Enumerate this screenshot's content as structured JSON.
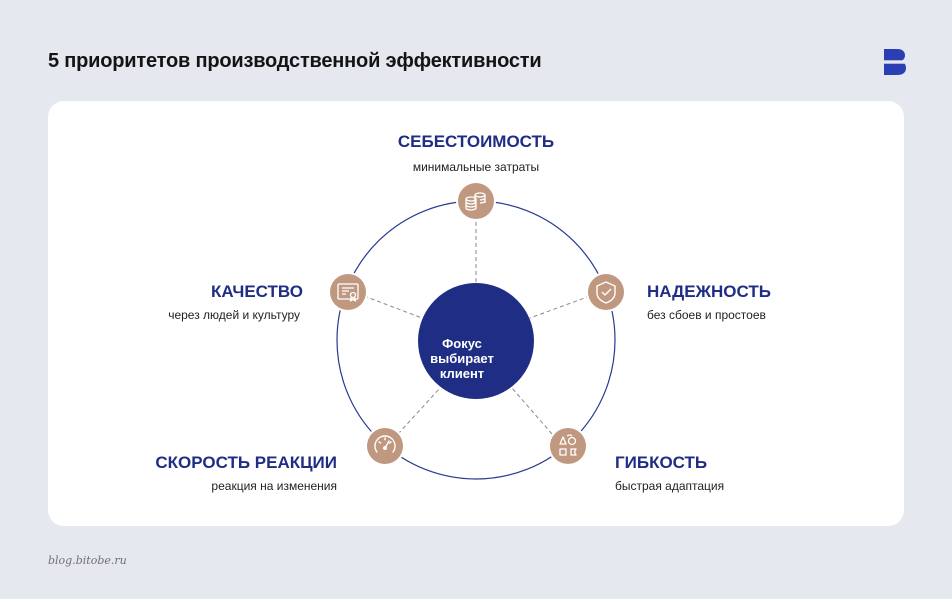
{
  "header": {
    "title": "5 приоритетов производственной эффективности",
    "logo_icon": "bitobe-b-logo"
  },
  "diagram": {
    "center": {
      "lines": [
        "Фокус",
        "выбирает",
        "клиент"
      ]
    },
    "nodes": [
      {
        "key": "cost",
        "title": "СЕБЕСТОИМОСТЬ",
        "subtitle": "минимальные затраты",
        "icon": "coins-icon"
      },
      {
        "key": "reliability",
        "title": "НАДЕЖНОСТЬ",
        "subtitle": "без сбоев и простоев",
        "icon": "shield-check-icon"
      },
      {
        "key": "flexibility",
        "title": "ГИБКОСТЬ",
        "subtitle": "быстрая адаптация",
        "icon": "shapes-arrows-icon"
      },
      {
        "key": "speed",
        "title": "СКОРОСТЬ РЕАКЦИИ",
        "subtitle": "реакция на изменения",
        "icon": "speedometer-icon"
      },
      {
        "key": "quality",
        "title": "КАЧЕСТВО",
        "subtitle": "через людей и культуру",
        "icon": "certificate-icon"
      }
    ],
    "colors": {
      "navy": "#1f2e84",
      "node": "#c09880",
      "line": "#2a3a8f"
    }
  },
  "footer": {
    "source": "blog.bitobe.ru"
  }
}
